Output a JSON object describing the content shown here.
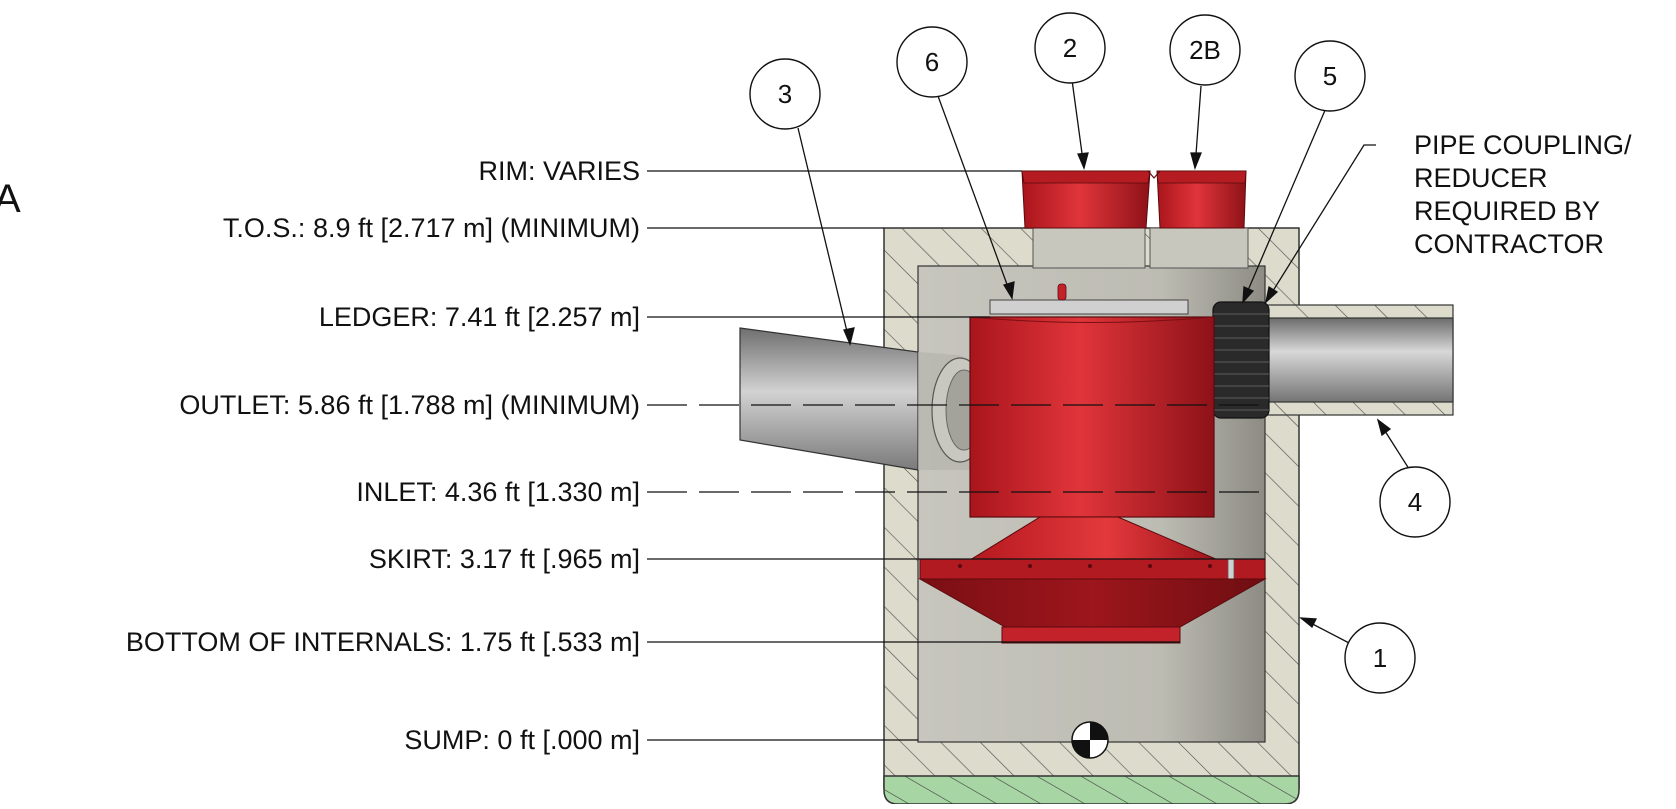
{
  "section_letter": "A",
  "elevations": [
    {
      "id": "rim",
      "text": "RIM: VARIES"
    },
    {
      "id": "tos",
      "text": "T.O.S.: 8.9 ft [2.717 m] (MINIMUM)"
    },
    {
      "id": "ledger",
      "text": "LEDGER: 7.41 ft [2.257 m]"
    },
    {
      "id": "outlet",
      "text": "OUTLET: 5.86 ft [1.788 m] (MINIMUM)"
    },
    {
      "id": "inlet",
      "text": "INLET: 4.36 ft [1.330 m]"
    },
    {
      "id": "skirt",
      "text": "SKIRT: 3.17 ft [.965 m]"
    },
    {
      "id": "bottom",
      "text": "BOTTOM OF INTERNALS: 1.75 ft [.533 m]"
    },
    {
      "id": "sump",
      "text": "SUMP: 0 ft [.000 m]"
    }
  ],
  "callouts": [
    {
      "id": "c3",
      "label": "3"
    },
    {
      "id": "c6",
      "label": "6"
    },
    {
      "id": "c2",
      "label": "2"
    },
    {
      "id": "c2b",
      "label": "2B"
    },
    {
      "id": "c5",
      "label": "5"
    },
    {
      "id": "c4",
      "label": "4"
    },
    {
      "id": "c1",
      "label": "1"
    }
  ],
  "note_lines": [
    "PIPE COUPLING/",
    "REDUCER",
    "REQUIRED BY",
    "CONTRACTOR"
  ],
  "colors": {
    "concrete_hatch_bg": "#d9d8c9",
    "interior": "#c4c3bb",
    "internals_red": "#c4222a",
    "internals_dark": "#8a1419",
    "pipe_gray": "#8c8c8c",
    "coupling_black": "#2a2a2a",
    "base_green": "#a6d3a3"
  }
}
